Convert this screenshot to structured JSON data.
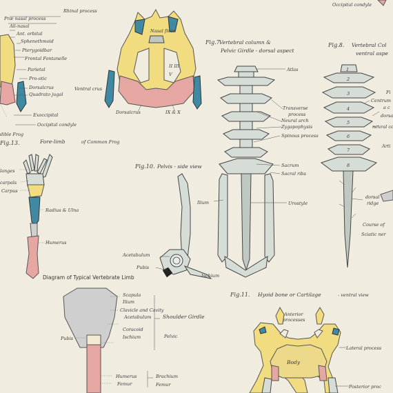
{
  "skull_labels": {
    "rhinal_process": "Rhinal process",
    "prae_nasal": "Præ nasal process",
    "ali_nasal": "Ali-nasal",
    "ant_orbital": "Ant. orbital",
    "sphenethmoid": "Sphenethmoid",
    "pterygoidbar": "Pterygoidbar",
    "frontal_fontanelle": "Frontal Fontanelle",
    "parietal": "Parietal",
    "pro_otic": "Pro-otic",
    "dorsal_crus": "Dorsalcrus",
    "ventral_crus": "Ventral crus",
    "quadrato_jugal": "Quadrato jugal",
    "exoccipital": "Exoccipital",
    "occipital_condyle": "Occipital condyle",
    "nasal_floor": "Nasal floor",
    "dorsal_crus2": "Dorsalcrus",
    "numerals_right": "II  III",
    "numerals_v": "V",
    "numerals_bottom": "IX  &  X",
    "top_right": "Occipital condyle"
  },
  "fig7": {
    "title_fig": "Fig.7.",
    "title_line1": "Vertebral column &",
    "title_line2": "Pelvic Girdle - dorsal aspect",
    "atlas": "Atlas",
    "transverse": "Transverse",
    "process": "process",
    "neural_arch": "Neural arch",
    "zygapophysis": "Zygapophysis",
    "spinous": "Spinous process",
    "sacrum": "Sacrum",
    "sacral_ribs": "Sacral ribs",
    "urostyle": "Urostyle",
    "ilium": "Ilium",
    "ischium": "Ischium"
  },
  "fig8": {
    "title_fig": "Fig.8.",
    "title_line1": "Vertebral Col",
    "title_line2": "ventral aspe",
    "numbers": [
      "1",
      "2",
      "3",
      "4",
      "5",
      "6",
      "7",
      "8"
    ],
    "centrum": "Centrum",
    "a_c": "a c",
    "dorsa": "dorsa",
    "neural_co": "neural co",
    "arti": "Arti",
    "fi": "Fi",
    "dorsal": "dorsal",
    "ridge": "ridge",
    "course_of": "Course of",
    "sciatic": "Sciatic ner"
  },
  "fig10": {
    "title_fig": "Fig.10.",
    "title": "Pelvis - side view",
    "acetabulum": "Acetabulum",
    "pubis": "Pubis"
  },
  "fig13": {
    "title_fig": "Fig.13.",
    "title": "Fore-limb",
    "subtitle": "of Common Frog",
    "frog_label": "dible Frog",
    "phalanges": "langes",
    "metacarpals": "carpals",
    "carpus": "Carpus",
    "radius_ulna": "Radius & Ulna",
    "humerus": "Humerus"
  },
  "limb_diagram": {
    "title": "Diagram of Typical Vertebrate Limb",
    "scapula": "Scapula",
    "ilium": "Ilium",
    "clavicle_line1": "Clavicle and Cavity",
    "clavicle_line2": "Acetabulum",
    "coracoid": "Coracoid",
    "ischium": "Ischium",
    "shoulder_girdle": "Shoulder Girdle",
    "pelvic": "Pelvic",
    "pubis": "Pubis",
    "humerus": "Humerus",
    "femur": "Femur",
    "brachium": "Brachium",
    "femur2": "Femur"
  },
  "fig11": {
    "title_fig": "Fig.11.",
    "title": "Hyoid bone or Cartilage",
    "subtitle": "- ventral view",
    "anterior": "Anterior",
    "processes": "processes",
    "lateral": "Lateral process",
    "body": "Body",
    "posterior": "Posterior proc"
  }
}
